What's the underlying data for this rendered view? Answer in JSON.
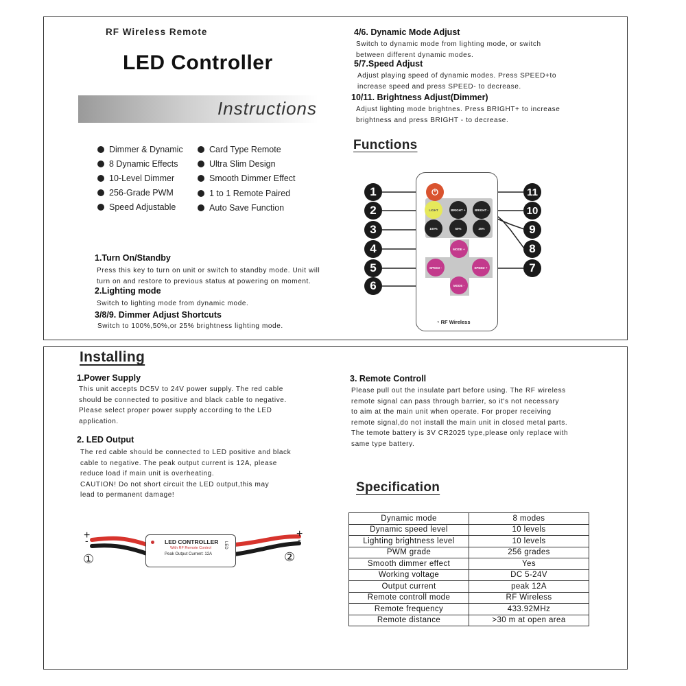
{
  "header": {
    "subtitle": "RF Wireless Remote",
    "title": "LED Controller",
    "instructions_label": "Instructions"
  },
  "features": {
    "left": [
      "Dimmer &  Dynamic",
      "8 Dynamic  Effects",
      "10-Level Dimmer",
      "256-Grade PWM",
      "Speed Adjustable"
    ],
    "right": [
      "Card Type Remote",
      "Ultra Slim Design",
      "Smooth Dimmer Effect",
      "1 to 1 Remote Paired",
      "Auto Save Function"
    ]
  },
  "steps_left": [
    {
      "heading": "1.Turn On/Standby",
      "lines": [
        "Press this key to turn on unit or switch to standby mode. Unit will",
        "turn on and restore to previous status at powering on moment."
      ]
    },
    {
      "heading": "2.Lighting mode",
      "lines": [
        "Switch to lighting mode from dynamic mode."
      ]
    },
    {
      "heading": "3/8/9. Dimmer Adjust Shortcuts",
      "lines": [
        "Switch to 100%,50%,or 25% brightness lighting mode."
      ]
    }
  ],
  "steps_right": [
    {
      "heading": "4/6. Dynamic Mode Adjust",
      "lines": [
        "Switch to dynamic mode from lighting mode, or switch",
        "between different dynamic modes."
      ]
    },
    {
      "heading": "5/7.Speed Adjust",
      "lines": [
        "Adjust playing speed of dynamic modes. Press SPEED+to",
        "increase speed and press SPEED- to decrease."
      ]
    },
    {
      "heading": "10/11. Brightness Adjust(Dimmer)",
      "lines": [
        "Adjust lighting mode brightnes. Press BRIGHT+ to increase",
        "brightness and press BRIGHT - to decrease."
      ]
    }
  ],
  "functions": {
    "heading": "Functions",
    "numbers": [
      "1",
      "2",
      "3",
      "4",
      "5",
      "6",
      "7",
      "8",
      "9",
      "10",
      "11"
    ],
    "remote_buttons": {
      "light": "LIGHT",
      "bright_plus": "BRIGHT +",
      "bright_minus": "BRIGHT -",
      "p100": "100%",
      "p50": "50%",
      "p25": "25%",
      "mode_plus": "MODE +",
      "mode_minus": "MODE -",
      "speed_minus": "SPEED -",
      "speed_plus": "SPEED +"
    },
    "remote_label": "RF Wireless"
  },
  "installing": {
    "heading": "Installing",
    "power_heading": "1.Power  Supply",
    "power_lines": [
      "This unit accepts DC5V to 24V power supply. The red cable",
      "should be connected to positive and black cable to negative.",
      "Please select proper power supply according to the LED",
      "application."
    ],
    "led_heading": "2. LED Output",
    "led_lines": [
      "The red cable should be connected to LED positive and black",
      "cable to negative. The peak output current is 12A, please",
      "reduce load if main unit is overheating.",
      "CAUTION!  Do not short circuit the LED output,this may",
      "lead to permanent damage!"
    ],
    "remote_heading": "3. Remote Controll",
    "remote_lines": [
      "Please pull out the insulate part before using. The RF wireless",
      "remote signal can pass through barrier, so it's not necessary",
      "to aim at the main unit when operate.  For proper receiving",
      "remote signal,do not install the main unit in closed metal parts.",
      "The temote battery is 3V CR2025 type,please only replace with",
      "same type battery."
    ]
  },
  "device": {
    "title": "LED CONTROLLER",
    "sub": "With RF Remote Control",
    "peak": "Peak  Output Current: 12A",
    "side": "LED",
    "plus_left": "+",
    "minus_left": "-",
    "plus_right": "+",
    "minus_right": "-",
    "circle_left": "①",
    "circle_right": "②"
  },
  "specification": {
    "heading": "Specification",
    "rows": [
      [
        "Dynamic mode",
        "8 modes"
      ],
      [
        "Dynamic speed level",
        "10 levels"
      ],
      [
        "Lighting brightness level",
        "10 levels"
      ],
      [
        "PWM grade",
        "256 grades"
      ],
      [
        "Smooth dimmer effect",
        "Yes"
      ],
      [
        "Working voltage",
        "DC  5-24V"
      ],
      [
        "Output current",
        "peak 12A"
      ],
      [
        "Remote controll mode",
        "RF Wireless"
      ],
      [
        "Remote frequency",
        "433.92MHz"
      ],
      [
        "Remote distance",
        ">30 m at open area"
      ]
    ]
  }
}
